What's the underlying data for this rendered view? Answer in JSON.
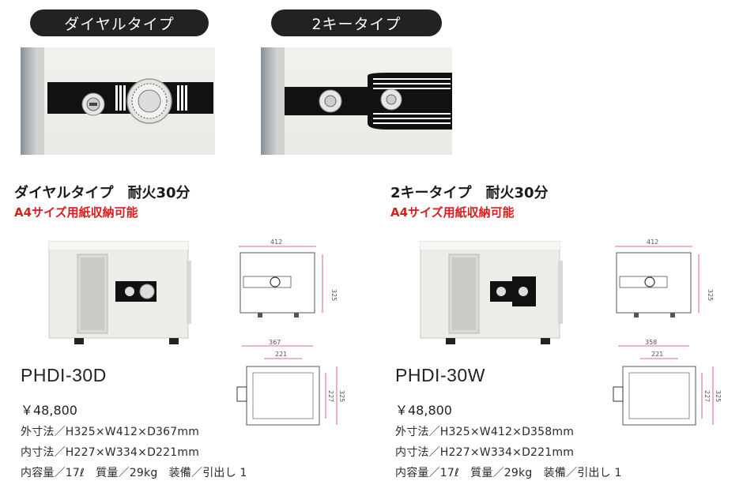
{
  "tabs": {
    "dial": "ダイヤルタイプ",
    "twokey": "2キータイプ"
  },
  "left": {
    "heading": "ダイヤルタイプ　耐火30分",
    "sub": "A4サイズ用紙収納可能",
    "model": "PHDI-30D",
    "price": "￥48,800",
    "specs": [
      "外寸法／H325×W412×D367mm",
      "内寸法／H227×W334×D221mm",
      "内容量／17ℓ　質量／29kg　装備／引出し 1"
    ],
    "dims": {
      "front_width": "412",
      "front_height": "325",
      "top_depth": "367",
      "inner_width": "221",
      "inner_height": "227",
      "outer_height": "325"
    }
  },
  "right": {
    "heading": "2キータイプ　耐火30分",
    "sub": "A4サイズ用紙収納可能",
    "model": "PHDI-30W",
    "price": "￥48,800",
    "specs": [
      "外寸法／H325×W412×D358mm",
      "内寸法／H227×W334×D221mm",
      "内容量／17ℓ　質量／29kg　装備／引出し 1"
    ],
    "dims": {
      "front_width": "412",
      "front_height": "325",
      "top_depth": "358",
      "inner_width": "221",
      "inner_height": "227",
      "outer_height": "325"
    }
  },
  "colors": {
    "accent_red": "#d81e1e",
    "pill_bg": "#222222",
    "panel_black": "#111111"
  }
}
